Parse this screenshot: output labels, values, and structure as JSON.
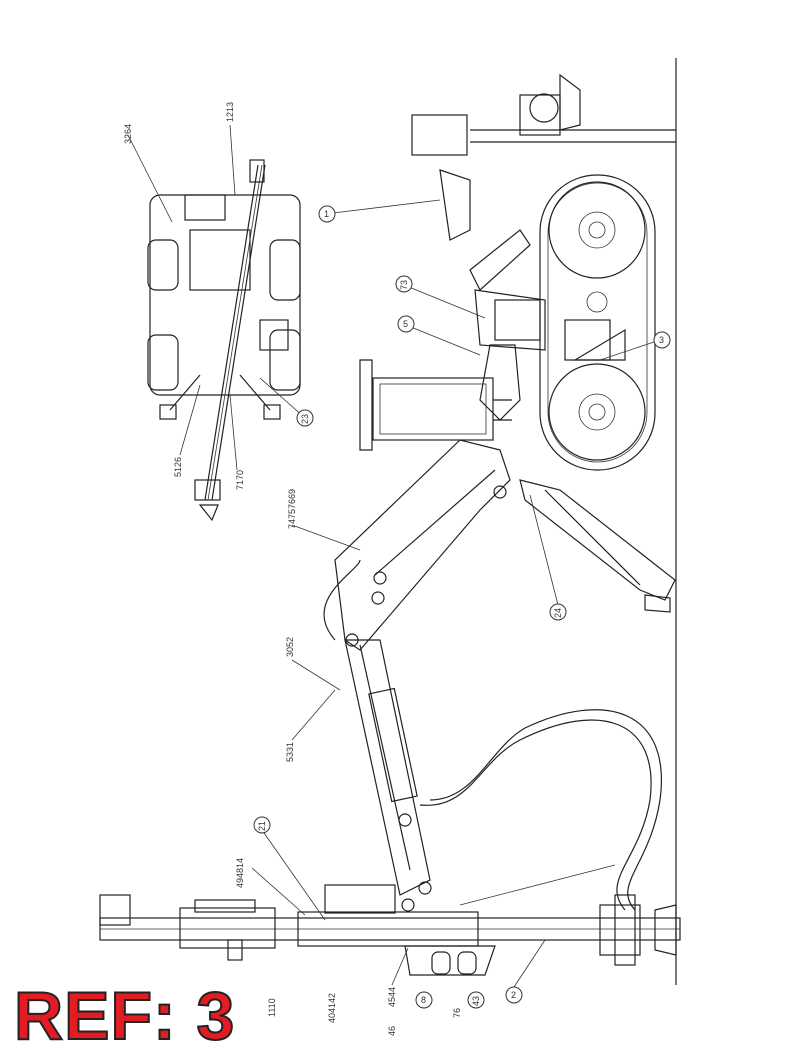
{
  "ref_label": "REF: 3",
  "colors": {
    "ref_fill": "#e31b23",
    "line": "#222222"
  },
  "callouts": [
    "3264",
    "1213",
    "1",
    "73",
    "5",
    "3",
    "23",
    "5126",
    "7170",
    "74757669",
    "24",
    "3052",
    "5331",
    "21",
    "494814",
    "1110",
    "404142",
    "46",
    "4544",
    "8",
    "76",
    "43",
    "2"
  ]
}
